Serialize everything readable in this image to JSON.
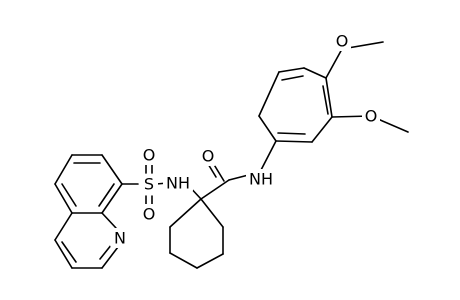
{
  "molecule": {
    "atoms": {
      "methoxy_top_o": "O",
      "methoxy_right_o": "O",
      "amide_o": "O",
      "amide_nh": "NH",
      "sulfonamide_nh": "NH",
      "sulfonyl_s": "S",
      "sulfonyl_o_top": "O",
      "sulfonyl_o_bottom": "O",
      "quinoline_n": "N"
    }
  }
}
